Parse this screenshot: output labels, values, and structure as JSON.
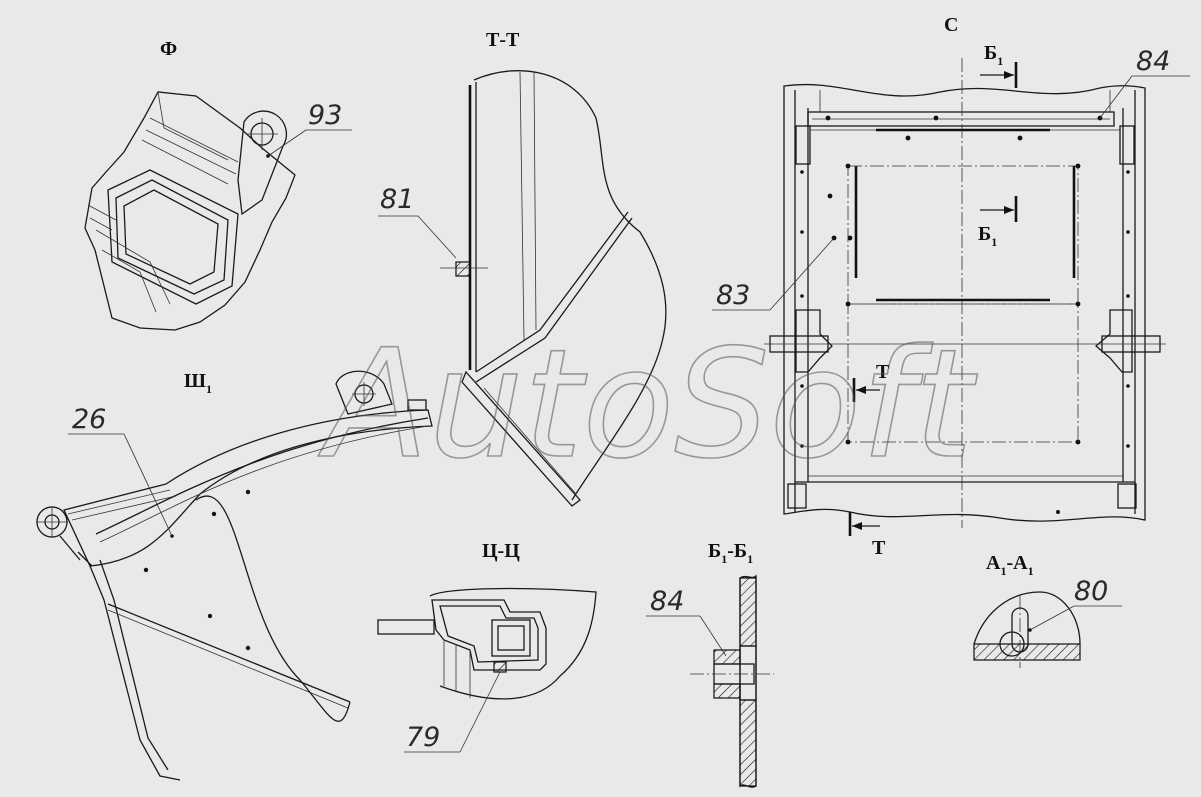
{
  "views": {
    "phi": {
      "title": "Ф"
    },
    "tt": {
      "title": "Т-Т"
    },
    "c": {
      "title": "С"
    },
    "sh1": {
      "title": "Ш",
      "sub": "1"
    },
    "tsts": {
      "title": "Ц-Ц"
    },
    "b1b1": {
      "title_a": "Б",
      "sub_a": "1",
      "dash": "-",
      "title_b": "Б",
      "sub_b": "1"
    },
    "a1a1": {
      "title_a": "А",
      "sub_a": "1",
      "dash": "-",
      "title_b": "А",
      "sub_b": "1"
    }
  },
  "callouts": {
    "c93": "93",
    "c81": "81",
    "c84_top": "84",
    "c83": "83",
    "c26": "26",
    "c84_section": "84",
    "c79": "79",
    "c80": "80"
  },
  "section_marks": {
    "b1_top": {
      "letter": "Б",
      "sub": "1"
    },
    "b1_mid": {
      "letter": "Б",
      "sub": "1"
    },
    "t_upper": "Т",
    "t_lower": "Т"
  },
  "watermark": "AutoSoft"
}
